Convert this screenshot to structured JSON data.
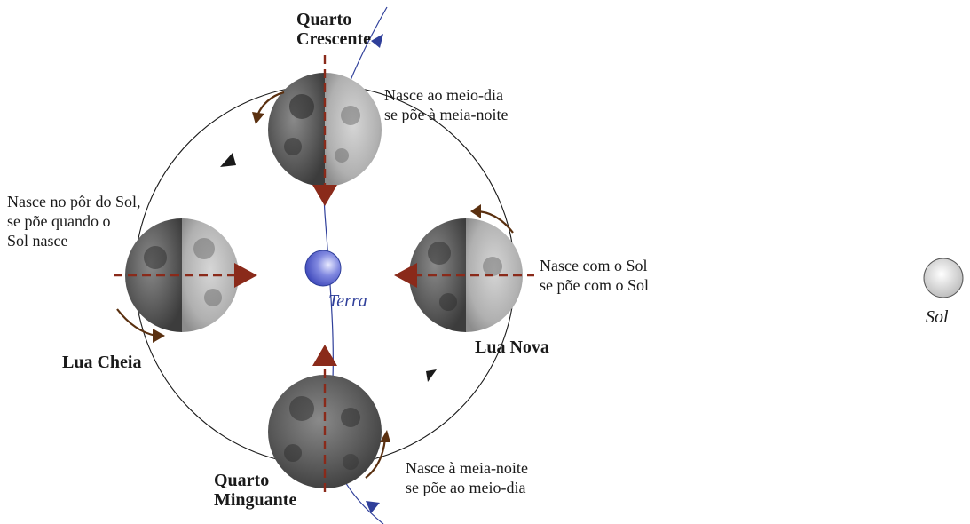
{
  "phases": {
    "first_quarter": {
      "name": "Quarto\nCrescente",
      "note": "Nasce ao meio-dia\nse põe à meia-noite"
    },
    "full_moon": {
      "name": "Lua Cheia",
      "note": "Nasce no pôr do Sol,\nse põe quando o\nSol nasce"
    },
    "new_moon": {
      "name": "Lua Nova",
      "note": "Nasce com o Sol\nse põe com o Sol"
    },
    "last_quarter": {
      "name": "Quarto\nMinguante",
      "note": "Nasce à meia-noite\nse põe ao meio-dia"
    }
  },
  "earth_label": "Terra",
  "sun_label": "Sol",
  "colors": {
    "orbit": "#1a1a1a",
    "axis_dashes": "#8a2a1a",
    "rotation_arrows": "#5a3010",
    "earth": "#4650c8",
    "earth_track": "#2f3f9a",
    "moon_dark": "#3a3a3a",
    "moon_light": "#c8c8c8",
    "sun": "#d8d8d8"
  }
}
